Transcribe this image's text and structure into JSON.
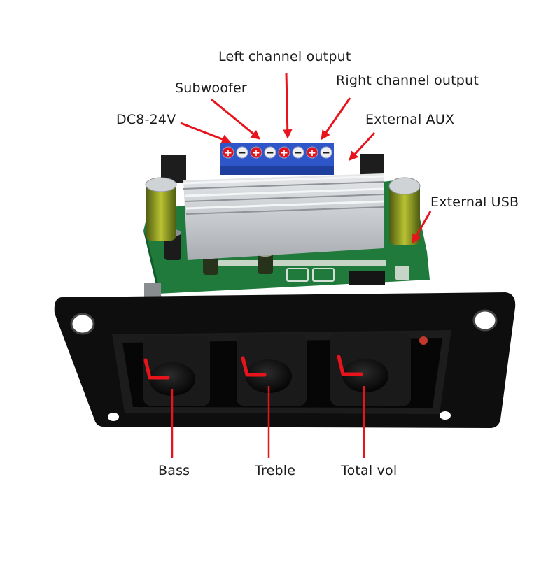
{
  "labels": {
    "left_channel": "Left channel output",
    "right_channel": "Right channel output",
    "subwoofer": "Subwoofer",
    "external_aux": "External AUX",
    "power": "DC8-24V",
    "external_usb": "External USB",
    "bass": "Bass",
    "treble": "Treble",
    "total_vol": "Total vol"
  },
  "terminal_signs": [
    "+",
    "−",
    "+",
    "−",
    "+",
    "−",
    "+",
    "−"
  ],
  "colors": {
    "arrow": "#e8141c",
    "pcb": "#1f7a3c",
    "terminal_block": "#2f56c8",
    "faceplate": "#0e0e0e",
    "heatsink": "#c9ccd0",
    "knob": "#151515",
    "knob_indicator": "#e8141c"
  }
}
